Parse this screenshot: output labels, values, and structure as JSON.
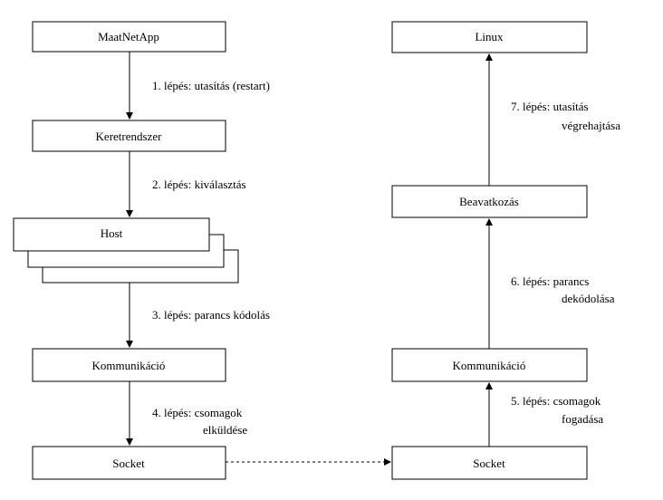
{
  "colors": {
    "stroke": "#000000",
    "fill": "#ffffff",
    "text": "#000000"
  },
  "left_column": {
    "maat": "MaatNetApp",
    "keret": "Keretrendszer",
    "host": "Host",
    "komm": "Kommunikáció",
    "socket": "Socket"
  },
  "right_column": {
    "linux": "Linux",
    "beav": "Beavatkozás",
    "komm": "Kommunikáció",
    "socket": "Socket"
  },
  "steps": {
    "s1": "1. lépés: utasítás (restart)",
    "s2": "2. lépés: kiválasztás",
    "s3": "3. lépés: parancs kódolás",
    "s4_line1": "4. lépés: csomagok",
    "s4_line2": "elküldése",
    "s5_line1": "5. lépés: csomagok",
    "s5_line2": "fogadása",
    "s6_line1": "6. lépés: parancs",
    "s6_line2": "dekódolása",
    "s7_line1": "7. lépés: utasítás",
    "s7_line2": "végrehajtása"
  }
}
